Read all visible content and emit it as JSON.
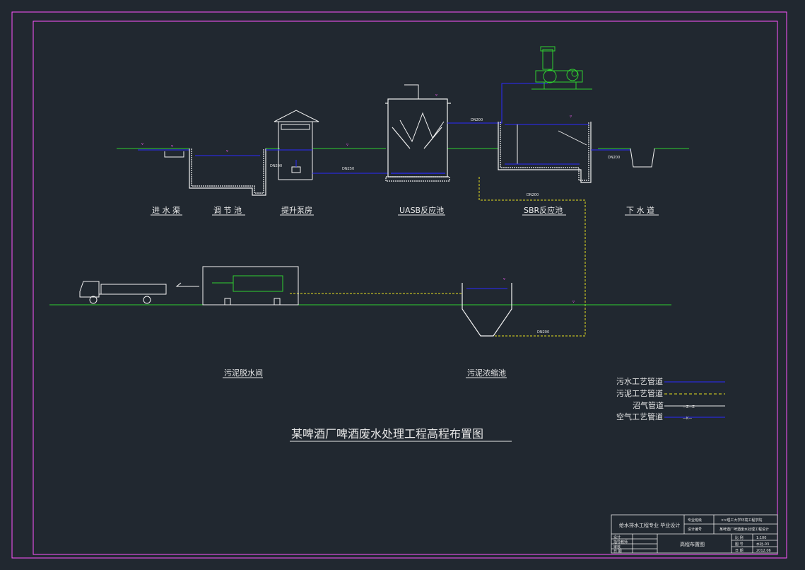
{
  "title": "某啤酒厂啤酒废水处理工程高程布置图",
  "labels": {
    "inlet": "进 水 渠",
    "regulating_tank": "调 节 池",
    "pump_house": "提升泵房",
    "uasb": "UASB反应池",
    "sbr": "SBR反应池",
    "outlet": "下 水 道",
    "dewatering_room": "污泥脱水间",
    "thickener": "污泥浓缩池"
  },
  "pipe_sizes": {
    "p1": "DN200",
    "p2": "DN250",
    "p3": "DN200",
    "p4": "DN200",
    "p5": "DN200",
    "p6": "DN200"
  },
  "legend": [
    {
      "label": "污水工艺管道",
      "style": "solid",
      "color": "#2a2aff",
      "marker": ""
    },
    {
      "label": "污泥工艺管道",
      "style": "dashed",
      "color": "#e8e020",
      "marker": ""
    },
    {
      "label": "沼气管道",
      "style": "solid",
      "color": "#e8e8e8",
      "marker": "—Z—Z"
    },
    {
      "label": "空气工艺管道",
      "style": "solid",
      "color": "#2a2aff",
      "marker": "—K—"
    }
  ],
  "title_block": {
    "project": "给水排水工程专业 毕业设计",
    "col_a1": "专业班级",
    "col_a2": "设计编号",
    "school": "××理工大学环境工程学院",
    "design": "某啤酒厂啤酒废水处理工程设计",
    "drawing_name": "高程布置图",
    "row_left1": "设计",
    "row_left2": "指导教师",
    "row_left3": "审核",
    "row_left4": "日 期",
    "scale_label": "比 例",
    "scale_value": "1:100",
    "sheet_label": "图 号",
    "sheet_value": "水处-03",
    "date_label": "日 期",
    "date_value": "2012.06"
  },
  "colors": {
    "background": "#212830",
    "frame": "#ff55ff",
    "structure": "#f2f2f2",
    "ground": "#2fd02f",
    "water_pipe": "#2a2aff",
    "sludge_pipe": "#e8e020",
    "equipment": "#2fd02f"
  }
}
